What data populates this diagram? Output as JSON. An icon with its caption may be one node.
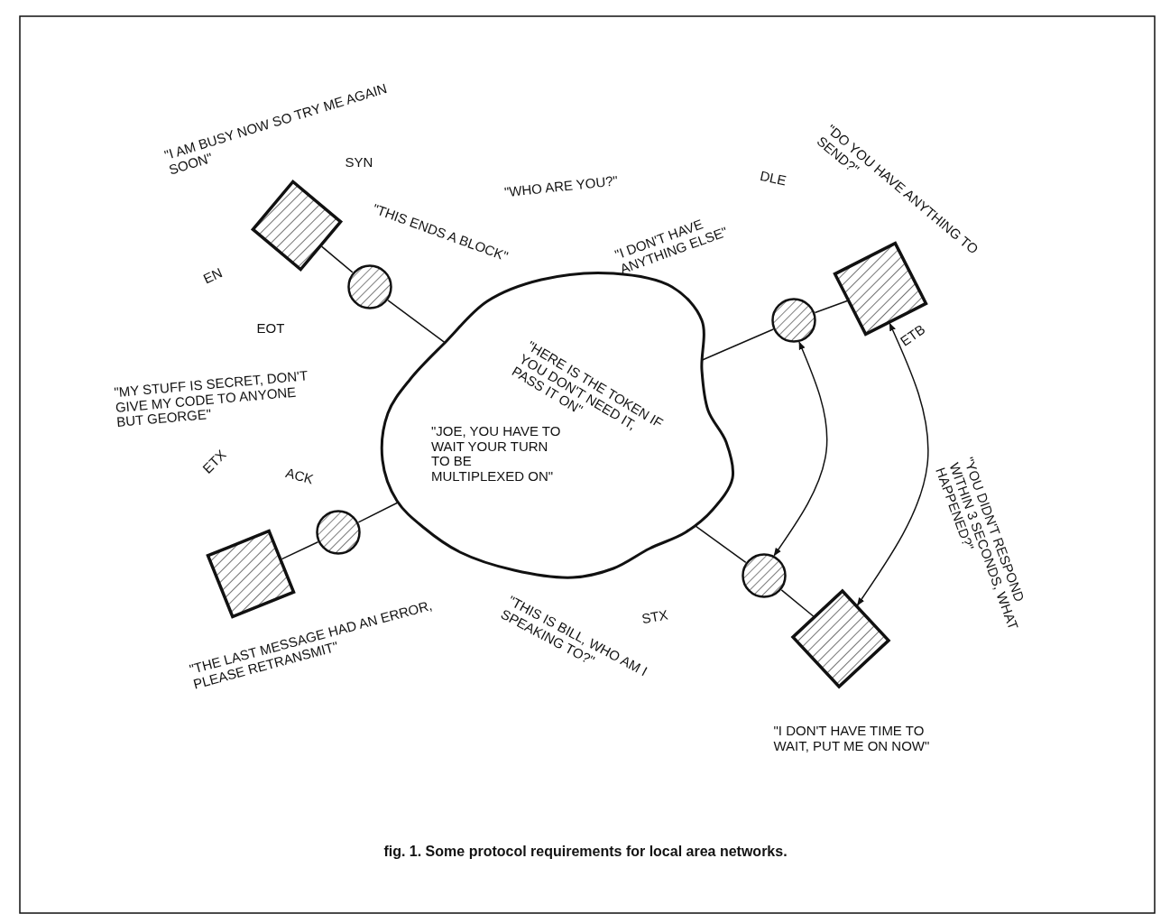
{
  "diagram": {
    "caption": "fig. 1. Some protocol requirements for local area networks.",
    "nodes": [
      {
        "text": [],
        "shape": "box"
      },
      {
        "text": [],
        "shape": "circle"
      },
      {
        "text": [],
        "shape": "box"
      },
      {
        "text": [],
        "shape": "circle"
      },
      {
        "text": [
          "\"HERE IS THE TOKEN IF YOU DON'T NEED IT, PASS IT ON\"",
          "\"JOE, YOU HAVE TO WAIT YOUR TURN TO BE MULTIPLEXED ON\""
        ]
      },
      {
        "text": [],
        "shape": "circle"
      },
      {
        "text": [],
        "shape": "box"
      },
      {
        "text": [],
        "shape": "circle"
      },
      {
        "text": [],
        "shape": "box"
      }
    ],
    "edges": [
      {
        "from": 0,
        "to": 1,
        "arrow": "none"
      },
      {
        "from": 1,
        "to": 4,
        "arrow": "none"
      },
      {
        "from": 4,
        "to": 3,
        "arrow": "none"
      },
      {
        "from": 3,
        "to": 2,
        "arrow": "none"
      },
      {
        "from": 4,
        "to": 5,
        "arrow": "none"
      },
      {
        "from": 5,
        "to": 6,
        "arrow": "none"
      },
      {
        "from": 4,
        "to": 7,
        "arrow": "none"
      },
      {
        "from": 7,
        "to": 8,
        "arrow": "none"
      },
      {
        "from": 3,
        "to": 7,
        "arrow": "both"
      },
      {
        "from": 2,
        "to": 8,
        "arrow": "both"
      }
    ],
    "labels": [
      "\"I AM BUSY NOW SO TRY ME AGAIN SOON\"",
      "SYN",
      "\"DO YOU HAVE ANYTHING TO SEND?\"",
      "\"WHO ARE YOU?\"",
      "DLE",
      "\"THIS ENDS A BLOCK\"",
      "EN",
      "\"I DON'T HAVE ANYTHING ELSE\"",
      "EOT",
      "ETB",
      "\"MY STUFF IS SECRET, DON'T GIVE MY CODE TO ANYONE BUT GEORGE\"",
      "ETX",
      "ACK",
      "\"YOU DIDN'T RESPOND WITHIN 3 SECONDS, WHAT HAPPENED?\"",
      "\"THE LAST MESSAGE HAD AN ERROR, PLEASE RETRANSMIT\"",
      "STX",
      "\"THIS IS BILL, WHO AM I SPEAKING TO?\"",
      "\"I DON'T HAVE TIME TO WAIT, PUT ME ON NOW\""
    ]
  }
}
